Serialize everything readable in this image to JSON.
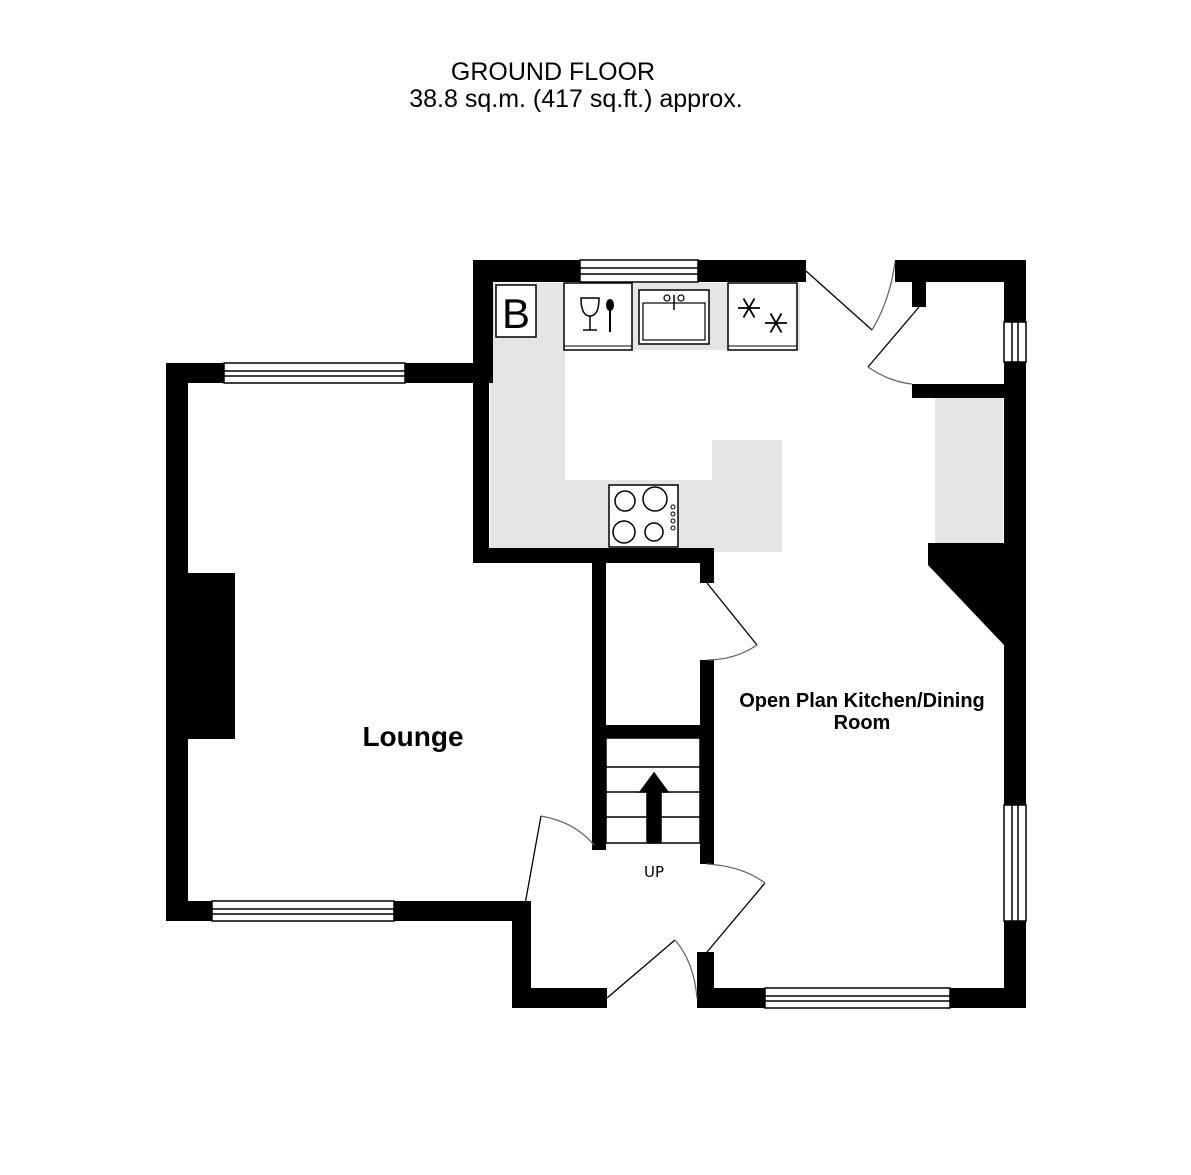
{
  "header": {
    "floor_name": "GROUND FLOOR",
    "area": "38.8 sq.m. (417 sq.ft.) approx."
  },
  "rooms": {
    "lounge": "Lounge",
    "kitchen_line1": "Open Plan Kitchen/Dining",
    "kitchen_line2": "Room"
  },
  "labels": {
    "stairs": "UP",
    "boiler": "B"
  },
  "symbols": {
    "boiler": "boiler-icon",
    "dishwasher": "wine-glass-spoon-icon",
    "sink": "sink-icon",
    "freezer": "snowflake-icon",
    "hob": "hob-icon",
    "stairs_arrow": "arrow-up-icon"
  },
  "colors": {
    "wall": "#000000",
    "worktop": "#e5e5e5",
    "background": "#ffffff"
  }
}
